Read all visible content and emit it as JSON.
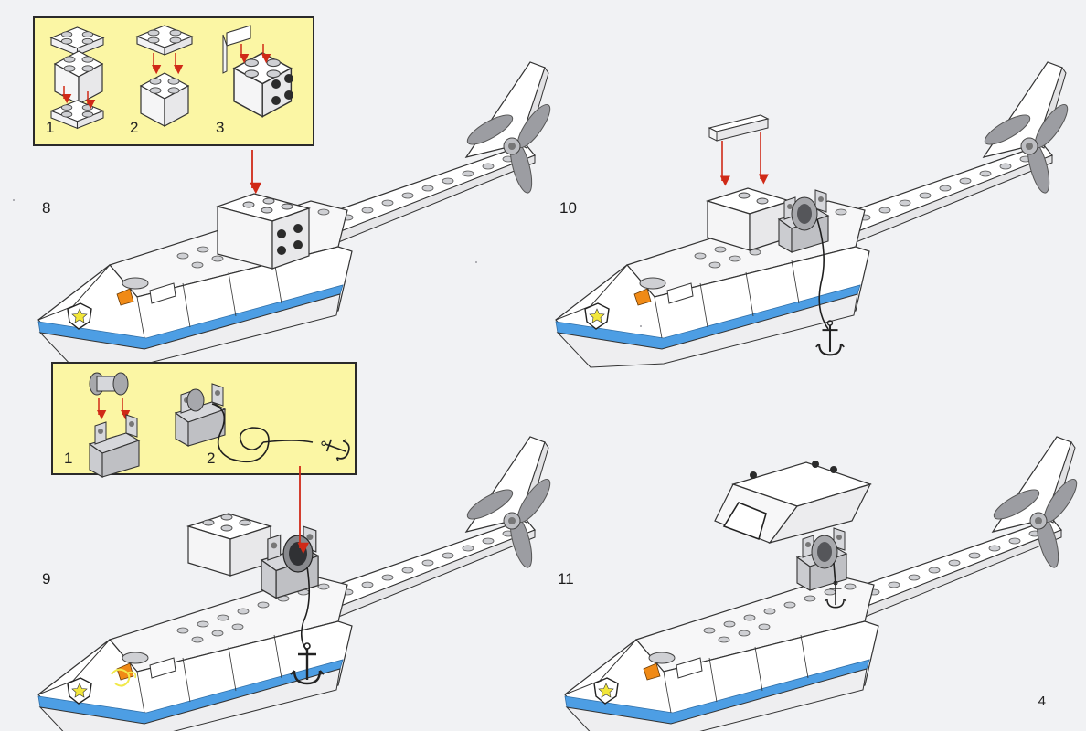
{
  "colors": {
    "page_background": "#f1f2f4",
    "callout_fill": "#fbf6a4",
    "stripe_blue": "#4d9ee4",
    "arrow_red": "#d02a17",
    "brick_gray": "#cfd0d4",
    "propeller_gray": "#9c9da2",
    "cockpit_orange": "#f08a16",
    "badge_star": "#f2e63a"
  },
  "page": {
    "number": "4"
  },
  "steps": [
    {
      "number": "8",
      "callout": {
        "substeps": [
          "1",
          "2",
          "3"
        ]
      }
    },
    {
      "number": "9",
      "callout": {
        "substeps": [
          "1",
          "2"
        ]
      }
    },
    {
      "number": "10"
    },
    {
      "number": "11"
    }
  ]
}
